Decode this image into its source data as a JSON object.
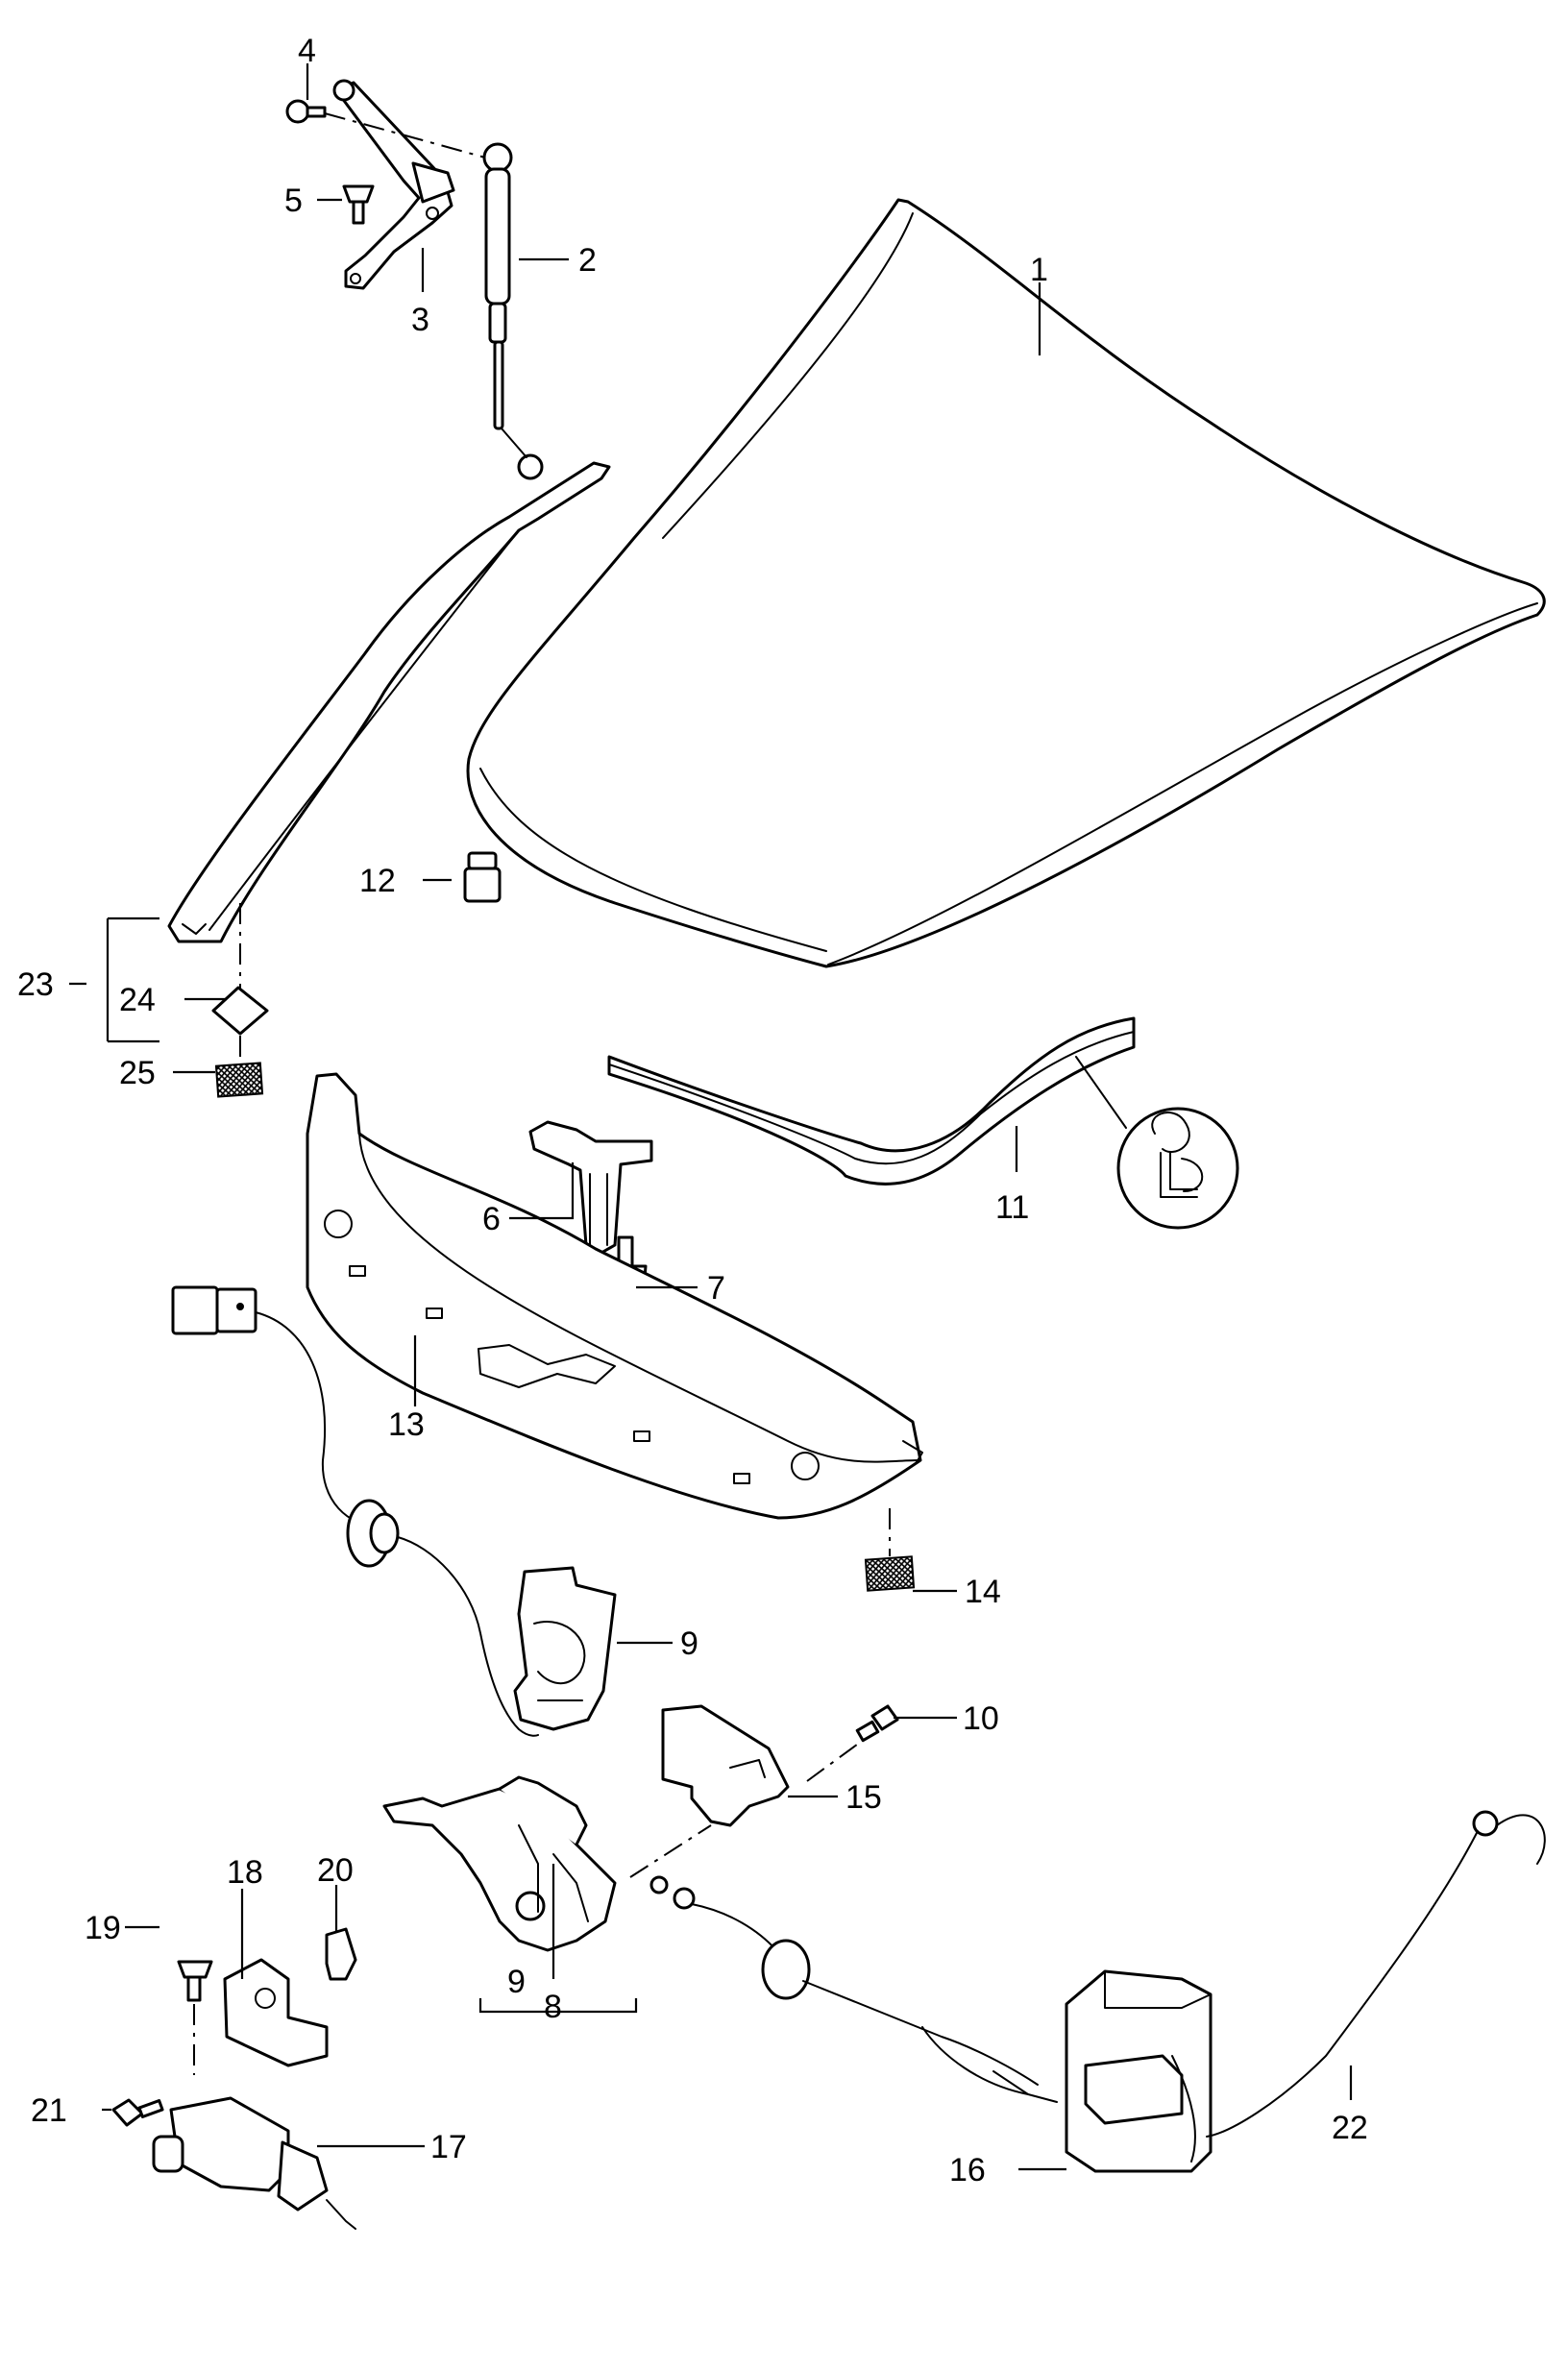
{
  "callouts": [
    {
      "id": "1",
      "text": "1"
    },
    {
      "id": "2",
      "text": "2"
    },
    {
      "id": "3",
      "text": "3"
    },
    {
      "id": "4",
      "text": "4"
    },
    {
      "id": "5",
      "text": "5"
    },
    {
      "id": "6",
      "text": "6"
    },
    {
      "id": "7",
      "text": "7"
    },
    {
      "id": "8",
      "text": "8"
    },
    {
      "id": "9a",
      "text": "9"
    },
    {
      "id": "9b",
      "text": "9"
    },
    {
      "id": "10",
      "text": "10"
    },
    {
      "id": "11",
      "text": "11"
    },
    {
      "id": "12",
      "text": "12"
    },
    {
      "id": "13",
      "text": "13"
    },
    {
      "id": "14",
      "text": "14"
    },
    {
      "id": "15",
      "text": "15"
    },
    {
      "id": "16",
      "text": "16"
    },
    {
      "id": "17",
      "text": "17"
    },
    {
      "id": "18",
      "text": "18"
    },
    {
      "id": "19",
      "text": "19"
    },
    {
      "id": "20",
      "text": "20"
    },
    {
      "id": "21",
      "text": "21"
    },
    {
      "id": "22",
      "text": "22"
    },
    {
      "id": "23",
      "text": "23"
    },
    {
      "id": "24",
      "text": "24"
    },
    {
      "id": "25",
      "text": "25"
    }
  ]
}
